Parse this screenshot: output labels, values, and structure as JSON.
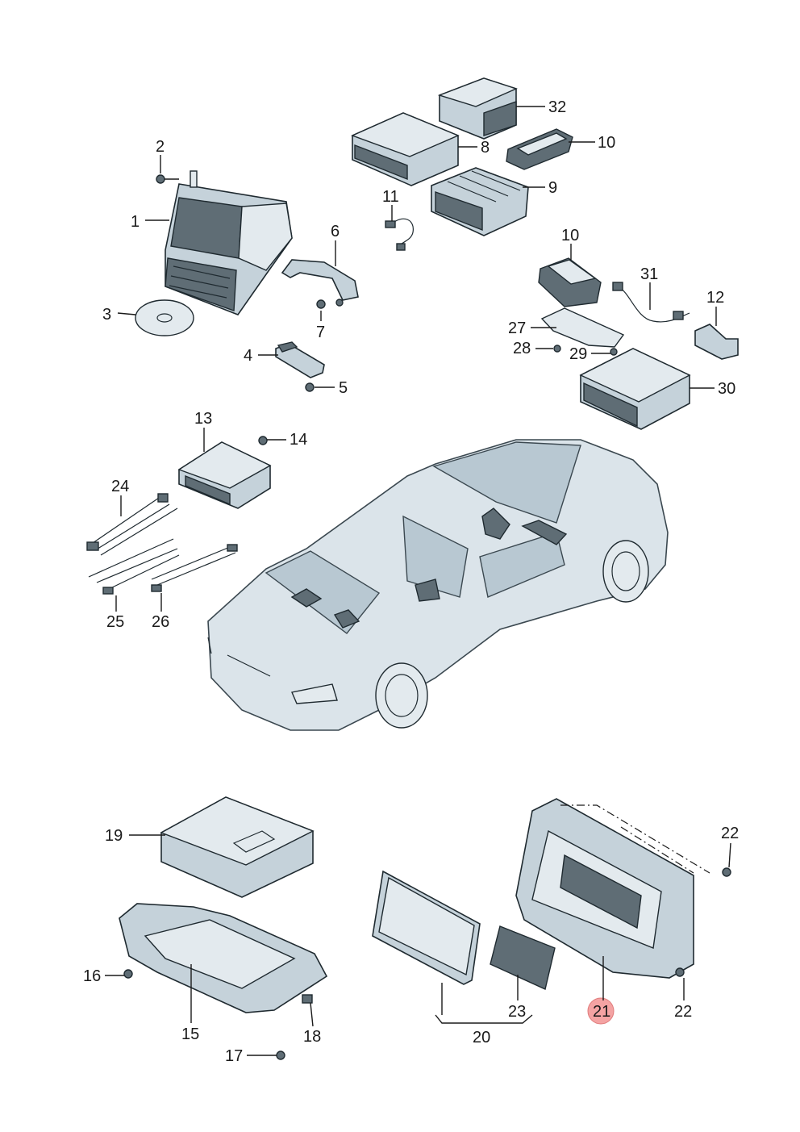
{
  "callouts": [
    {
      "id": "c1",
      "text": "1"
    },
    {
      "id": "c2",
      "text": "2"
    },
    {
      "id": "c3",
      "text": "3"
    },
    {
      "id": "c4",
      "text": "4"
    },
    {
      "id": "c5",
      "text": "5"
    },
    {
      "id": "c6",
      "text": "6"
    },
    {
      "id": "c7",
      "text": "7"
    },
    {
      "id": "c8",
      "text": "8"
    },
    {
      "id": "c9",
      "text": "9"
    },
    {
      "id": "c10a",
      "text": "10"
    },
    {
      "id": "c10b",
      "text": "10"
    },
    {
      "id": "c11",
      "text": "11"
    },
    {
      "id": "c12",
      "text": "12"
    },
    {
      "id": "c13",
      "text": "13"
    },
    {
      "id": "c14",
      "text": "14"
    },
    {
      "id": "c15",
      "text": "15"
    },
    {
      "id": "c16",
      "text": "16"
    },
    {
      "id": "c17",
      "text": "17"
    },
    {
      "id": "c18",
      "text": "18"
    },
    {
      "id": "c19",
      "text": "19"
    },
    {
      "id": "c20",
      "text": "20"
    },
    {
      "id": "c21",
      "text": "21"
    },
    {
      "id": "c22a",
      "text": "22"
    },
    {
      "id": "c22b",
      "text": "22"
    },
    {
      "id": "c23",
      "text": "23"
    },
    {
      "id": "c24",
      "text": "24"
    },
    {
      "id": "c25",
      "text": "25"
    },
    {
      "id": "c26",
      "text": "26"
    },
    {
      "id": "c27",
      "text": "27"
    },
    {
      "id": "c28",
      "text": "28"
    },
    {
      "id": "c29",
      "text": "29"
    },
    {
      "id": "c30",
      "text": "30"
    },
    {
      "id": "c31",
      "text": "31"
    },
    {
      "id": "c32",
      "text": "32"
    }
  ],
  "colors": {
    "part_fill": "#c5d2da",
    "line": "#1a1a1a",
    "highlight": "#f4a3a3"
  },
  "icons": {
    "highlight": "highlight-circle-icon",
    "screw": "screw-icon",
    "disc": "disc-icon"
  }
}
